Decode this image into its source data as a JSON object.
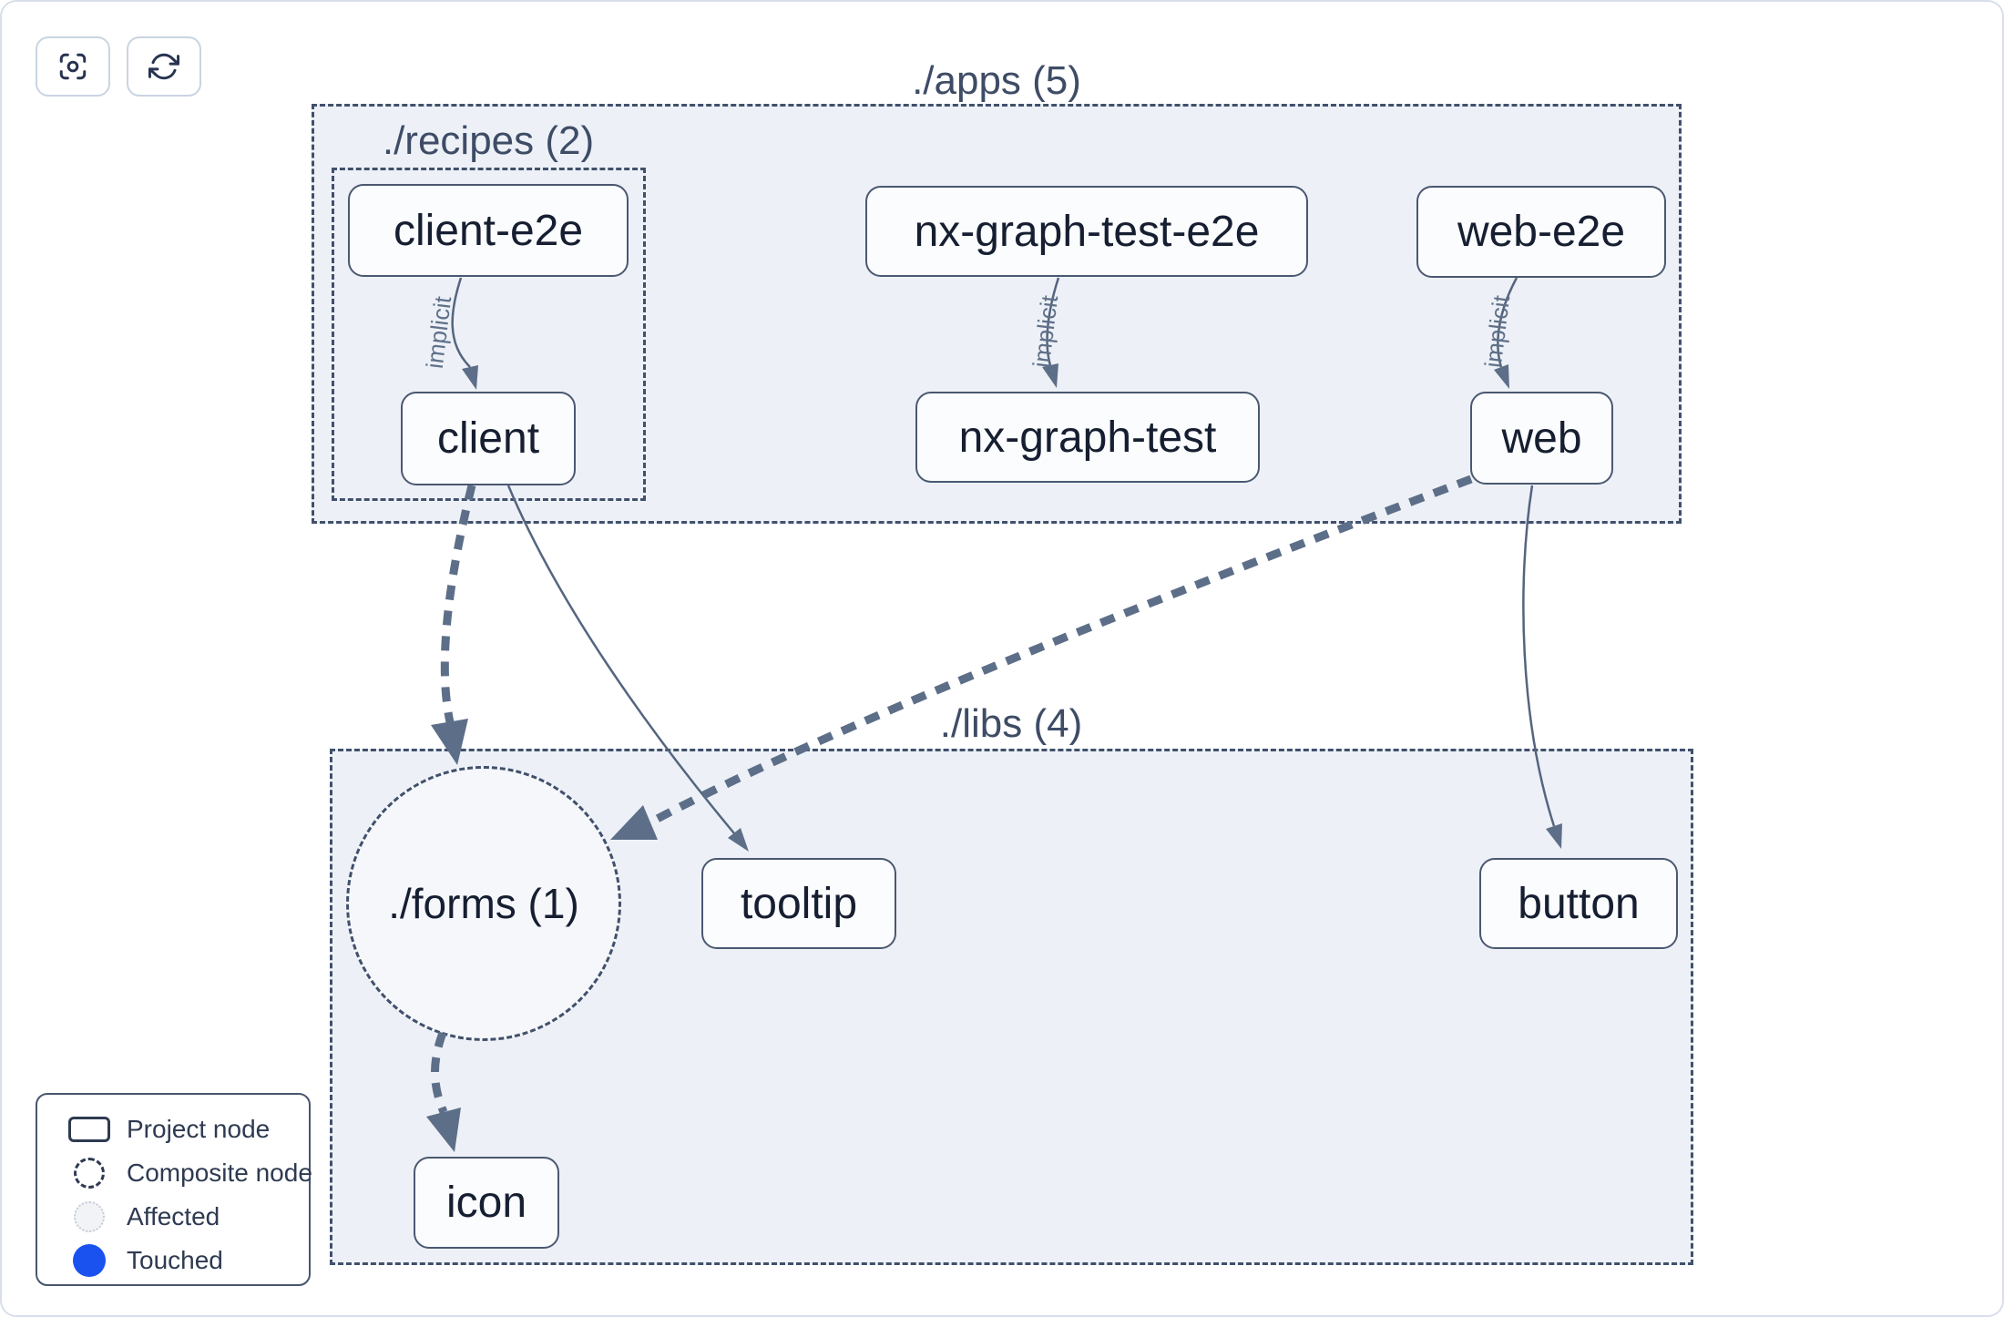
{
  "toolbar": {
    "buttons": [
      {
        "icon": "focus-icon"
      },
      {
        "icon": "refresh-icon"
      }
    ]
  },
  "containers": [
    {
      "id": "apps",
      "label": "./apps (5)"
    },
    {
      "id": "recipes",
      "label": "./recipes (2)"
    },
    {
      "id": "libs",
      "label": "./libs (4)"
    }
  ],
  "composite_node": {
    "label": "./forms (1)"
  },
  "nodes": [
    {
      "id": "client-e2e",
      "label": "client-e2e"
    },
    {
      "id": "nx-graph-test-e2e",
      "label": "nx-graph-test-e2e"
    },
    {
      "id": "web-e2e",
      "label": "web-e2e"
    },
    {
      "id": "client",
      "label": "client"
    },
    {
      "id": "nx-graph-test",
      "label": "nx-graph-test"
    },
    {
      "id": "web",
      "label": "web"
    },
    {
      "id": "tooltip",
      "label": "tooltip"
    },
    {
      "id": "button",
      "label": "button"
    },
    {
      "id": "icon",
      "label": "icon"
    }
  ],
  "edges": [
    {
      "from": "client-e2e",
      "to": "client",
      "label": "implicit",
      "style": "solid-thin"
    },
    {
      "from": "nx-graph-test-e2e",
      "to": "nx-graph-test",
      "label": "implicit",
      "style": "solid-thin"
    },
    {
      "from": "web-e2e",
      "to": "web",
      "label": "implicit",
      "style": "solid-thin"
    },
    {
      "from": "client",
      "to": "./forms",
      "style": "dashed-thick"
    },
    {
      "from": "client",
      "to": "tooltip",
      "style": "solid-thin"
    },
    {
      "from": "web",
      "to": "./forms",
      "style": "dashed-thick"
    },
    {
      "from": "web",
      "to": "button",
      "style": "solid-thin"
    },
    {
      "from": "./forms",
      "to": "icon",
      "style": "dashed-thick"
    }
  ],
  "legend": {
    "items": [
      {
        "swatch": "project-node-swatch",
        "label": "Project node"
      },
      {
        "swatch": "composite-node-swatch",
        "label": "Composite node"
      },
      {
        "swatch": "affected-swatch",
        "label": "Affected"
      },
      {
        "swatch": "touched-swatch",
        "label": "Touched"
      }
    ]
  },
  "colors": {
    "touched_blue": "#1a52f0",
    "container_fill": "#edf1f7",
    "node_fill": "#fbfcfe",
    "node_border": "#4a5871",
    "dashed_border": "#41506b",
    "edge": "#5d6e88",
    "canvas_border": "#d9dfea"
  }
}
